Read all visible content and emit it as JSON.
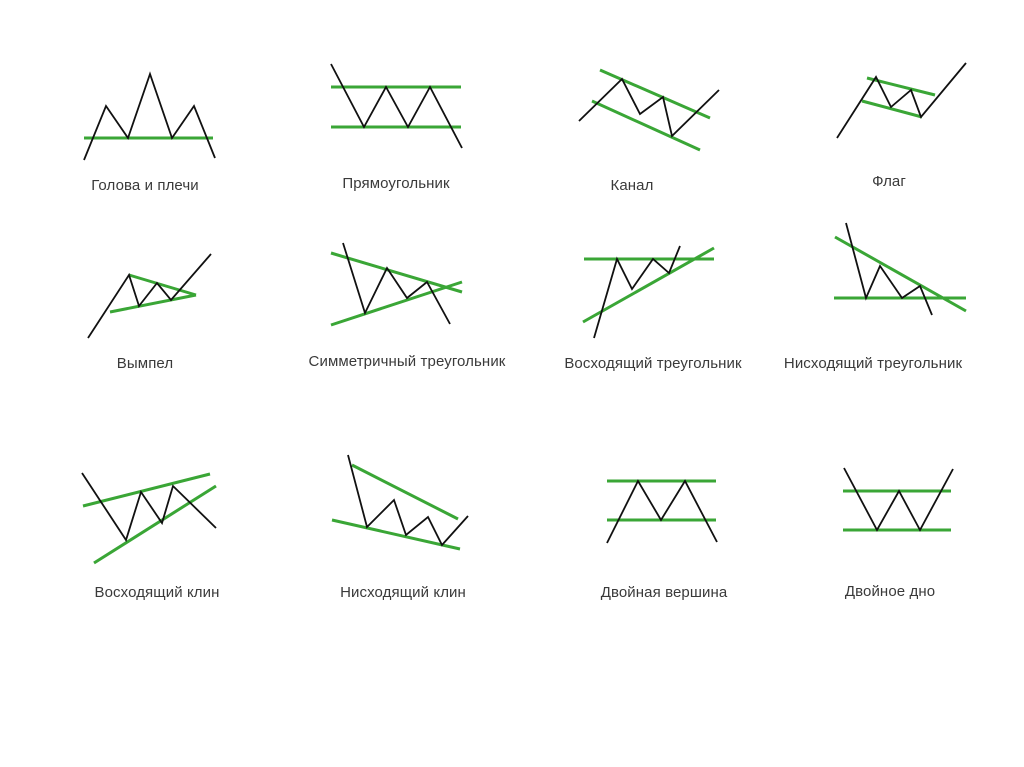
{
  "colors": {
    "trend_line": "#3aa636",
    "price_line": "#111111",
    "label_text": "#3a3a3a",
    "background": "#ffffff"
  },
  "patterns": [
    {
      "id": "head-and-shoulders",
      "label": "Голова и плечи"
    },
    {
      "id": "rectangle",
      "label": "Прямоугольник"
    },
    {
      "id": "channel",
      "label": "Канал"
    },
    {
      "id": "flag",
      "label": "Флаг"
    },
    {
      "id": "pennant",
      "label": "Вымпел"
    },
    {
      "id": "symmetric-triangle",
      "label": "Симметричный треугольник"
    },
    {
      "id": "ascending-triangle",
      "label": "Восходящий треугольник"
    },
    {
      "id": "descending-triangle",
      "label": "Нисходящий треугольник"
    },
    {
      "id": "rising-wedge",
      "label": "Восходящий клин"
    },
    {
      "id": "falling-wedge",
      "label": "Нисходящий клин"
    },
    {
      "id": "double-top",
      "label": "Двойная вершина"
    },
    {
      "id": "double-bottom",
      "label": "Двойное дно"
    }
  ]
}
